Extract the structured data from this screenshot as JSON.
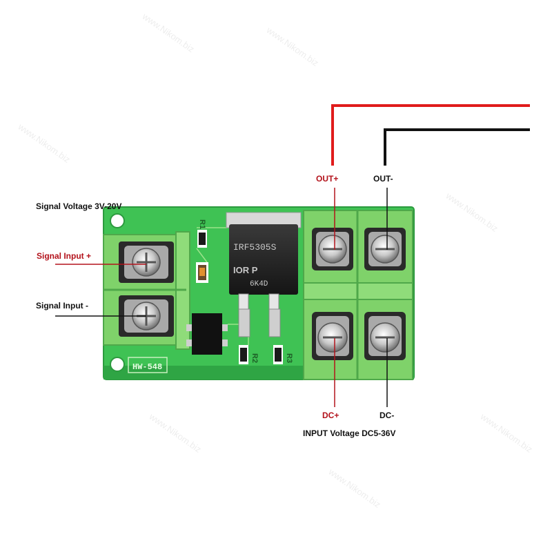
{
  "labels": {
    "signal_voltage": "Signal Voltage 3V-20V",
    "signal_input_plus": "Signal Input +",
    "signal_input_minus": "Signal Input -",
    "out_plus": "OUT+",
    "out_minus": "OUT-",
    "dc_plus": "DC+",
    "dc_minus": "DC-",
    "input_voltage": "INPUT Voltage DC5-36V"
  },
  "board": {
    "model": "HW-548",
    "mosfet_line1": "IRF5305S",
    "mosfet_line2": "IOR P",
    "mosfet_line3": "6K4D",
    "r1": "R1",
    "r2": "R2",
    "r3": "R3"
  },
  "watermark": "www.Nikom.biz",
  "colors": {
    "pcb": "#3fc254",
    "terminal": "#7fd26a",
    "positive_wire": "#e01b1b",
    "negative_wire": "#111111",
    "positive_label": "#b3121b"
  }
}
